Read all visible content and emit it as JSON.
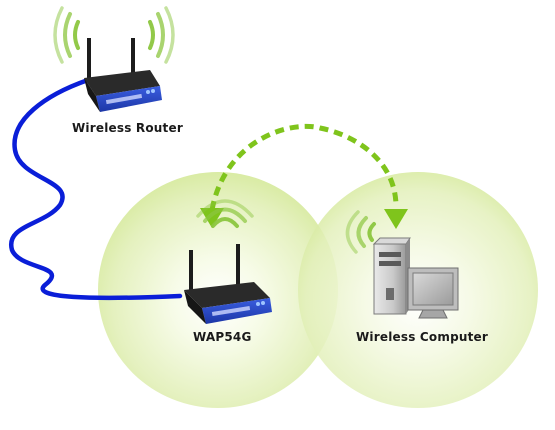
{
  "labels": {
    "wireless_router": "Wireless Router",
    "wap": "WAP54G",
    "wireless_computer": "Wireless Computer"
  },
  "colors": {
    "cable": "#0a1ed8",
    "wifi_waves": "#8cc63f",
    "wireless_link": "#7fc41c",
    "coverage_zone": "#e6f2c0",
    "device_body": "#1c1c1c",
    "device_faceplate": "#2a49c4"
  },
  "icons": {
    "router": "wireless-router-icon",
    "access_point": "access-point-icon",
    "computer": "desktop-computer-icon",
    "signal": "wifi-signal-icon"
  }
}
